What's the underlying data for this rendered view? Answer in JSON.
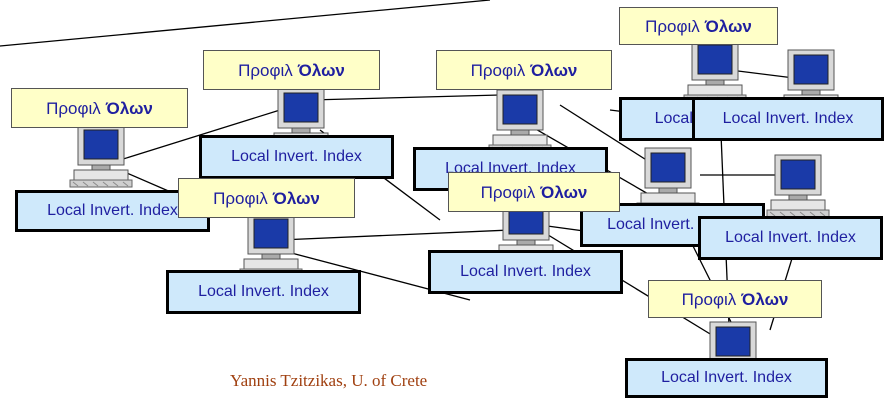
{
  "diagram": {
    "profile_label": "Προφιλ",
    "profile_label_bold": "Όλων",
    "index_label": "Local Invert. Index",
    "credit": "Yannis Tzitzikas, U. of Crete",
    "colors": {
      "profile_fill": "#ffffc8",
      "index_fill": "#cfe9fb",
      "label_text": "#1f1fa0",
      "credit_text": "#a04010",
      "monitor_screen": "#1a3aa8",
      "computer_body": "#d9d9d9"
    },
    "nodes": [
      {
        "id": "n1",
        "has_profile": true,
        "has_index": true
      },
      {
        "id": "n2",
        "has_profile": true,
        "has_index": true
      },
      {
        "id": "n3",
        "has_profile": true,
        "has_index": true
      },
      {
        "id": "n4",
        "has_profile": true,
        "has_index": true
      },
      {
        "id": "n5",
        "has_profile": true,
        "has_index": true
      },
      {
        "id": "n6",
        "has_profile": true,
        "has_index": true
      },
      {
        "id": "n7",
        "has_profile": false,
        "has_index": true
      },
      {
        "id": "n8",
        "has_profile": false,
        "has_index": true
      },
      {
        "id": "n9",
        "has_profile": false,
        "has_index": true
      },
      {
        "id": "n10",
        "has_profile": true,
        "has_index": true
      }
    ]
  }
}
